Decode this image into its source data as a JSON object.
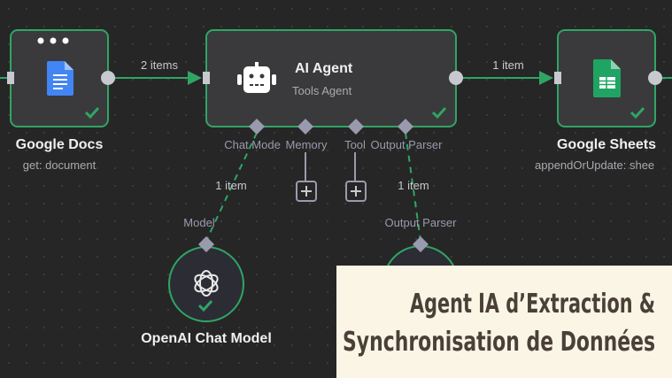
{
  "canvas": {
    "background": "#262626",
    "accent": "#2fa565",
    "nodes": {
      "google_docs": {
        "name": "Google Docs",
        "subtitle": "get: document",
        "icon": "google-docs-icon"
      },
      "ai_agent": {
        "name": "AI Agent",
        "subtitle": "Tools Agent",
        "icon": "robot-icon",
        "ports": [
          "Chat Mode",
          "Memory",
          "Tool",
          "Output Parser"
        ]
      },
      "google_sheets": {
        "name": "Google Sheets",
        "subtitle": "appendOrUpdate: shee",
        "icon": "google-sheets-icon"
      },
      "openai_chat_model": {
        "name": "OpenAI Chat Model",
        "port": "Model",
        "icon": "openai-icon"
      },
      "output_parser": {
        "port": "Output Parser"
      }
    },
    "edges": {
      "docs_to_agent": "2 items",
      "agent_to_sheets": "1 item",
      "model_to_agent": "1 item",
      "parser_to_agent": "1 item"
    }
  },
  "overlay": {
    "line1": "Agent IA d’Extraction &",
    "line2": "Synchronisation de Données",
    "background": "#fbf5e6",
    "text_color": "#4a4038"
  }
}
